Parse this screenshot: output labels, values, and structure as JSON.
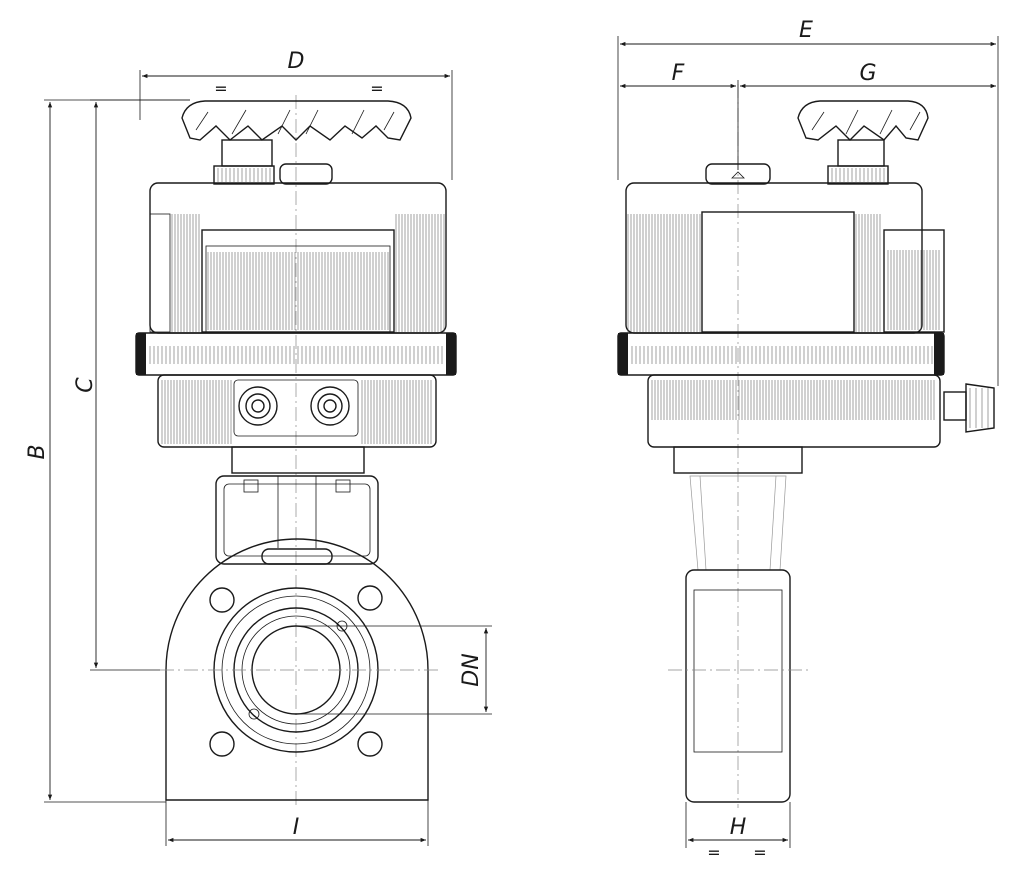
{
  "dimensions": {
    "D": "D",
    "E": "E",
    "F": "F",
    "G": "G",
    "B": "B",
    "C": "C",
    "DN": "DN",
    "I": "I",
    "H": "H"
  },
  "equal_marks": {
    "d_left": "=",
    "d_right": "=",
    "h_left": "=",
    "h_right": "="
  }
}
